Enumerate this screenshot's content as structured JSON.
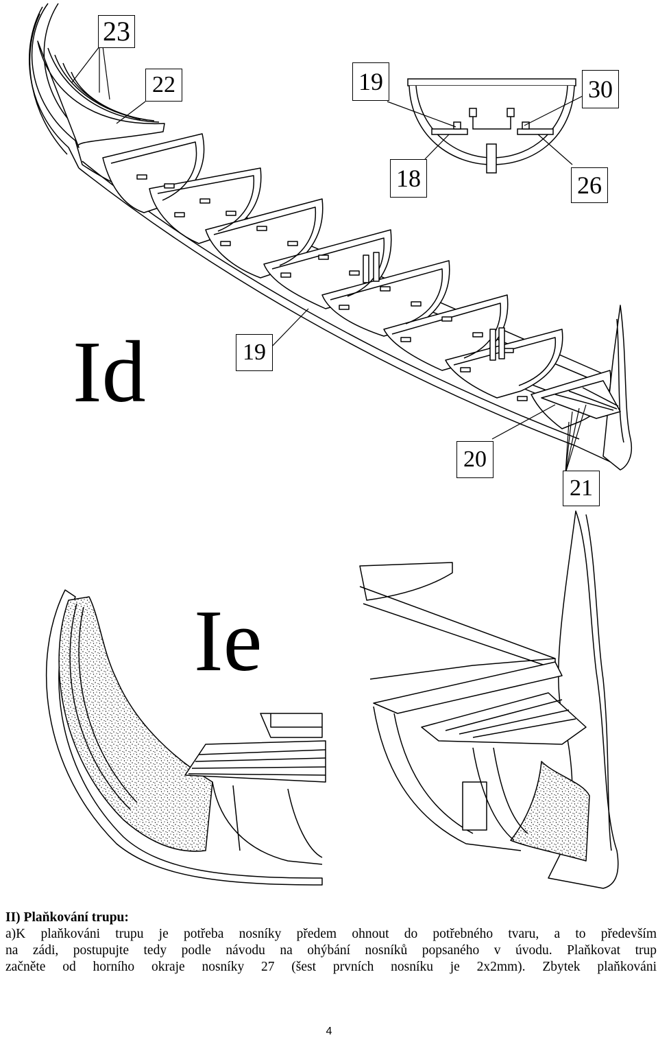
{
  "figures": {
    "id_label": "Id",
    "ie_label": "Ie"
  },
  "callouts": {
    "c23": "23",
    "c22": "22",
    "c19_top": "19",
    "c30": "30",
    "c18": "18",
    "c26": "26",
    "c19_mid": "19",
    "c20": "20",
    "c21": "21"
  },
  "section": {
    "heading": "II) Plaňkování trupu:",
    "lines": [
      "a)K plaňkováni trupu je potřeba nosníky předem ohnout do potřebného tvaru, a to především",
      "na zádi, postupujte tedy podle návodu na ohýbání nosníků popsaného v úvodu. Plaňkovat trup",
      "začněte od horního okraje nosníky 27 (šest prvních nosníku je 2x2mm). Zbytek plaňkováni"
    ]
  },
  "page_number": "4"
}
